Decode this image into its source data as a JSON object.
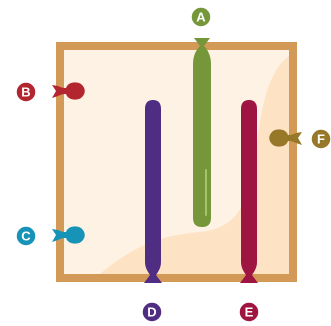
{
  "frame": {
    "border_color": "#D39A57",
    "fill_color": "#FEF2E4",
    "shadow_color": "#FDE2C4"
  },
  "pegs": [
    {
      "letter": "A",
      "color": "#76963A",
      "has_rod": true
    },
    {
      "letter": "B",
      "color": "#B3252F",
      "has_rod": false
    },
    {
      "letter": "C",
      "color": "#1793B7",
      "has_rod": false
    },
    {
      "letter": "D",
      "color": "#4F2D82",
      "has_rod": true
    },
    {
      "letter": "E",
      "color": "#9F1542",
      "has_rod": true
    },
    {
      "letter": "F",
      "color": "#977829",
      "has_rod": false
    }
  ]
}
